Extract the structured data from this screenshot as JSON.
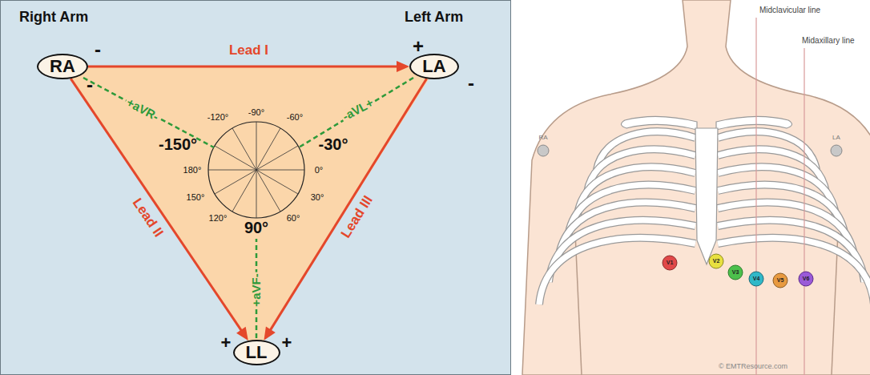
{
  "diagram": {
    "nodes": [
      {
        "text": [
          "RA"
        ]
      },
      {
        "text": [
          "LA"
        ]
      },
      {
        "text": [
          "LL"
        ]
      }
    ],
    "edges": [
      {
        "from": 0,
        "to": 1,
        "arrow": "to",
        "label": "Lead I"
      },
      {
        "from": 0,
        "to": 2,
        "arrow": "to",
        "label": "Lead II"
      },
      {
        "from": 1,
        "to": 2,
        "arrow": "to",
        "label": "Lead III"
      }
    ],
    "labels": [
      "Right Arm",
      "Left Arm",
      "-",
      "-",
      "+",
      "-",
      "+",
      "+",
      "+aVR-",
      "-aVL+",
      "+aVF-",
      "-120°",
      "-90°",
      "-60°",
      "-150°",
      "-30°",
      "180°",
      "0°",
      "150°",
      "30°",
      "120°",
      "90°",
      "60°",
      "Midclavicular line",
      "Midaxillary line",
      "RA",
      "LA",
      "V1",
      "V2",
      "V3",
      "V4",
      "V5",
      "V6",
      "© EMTResource.com"
    ]
  }
}
